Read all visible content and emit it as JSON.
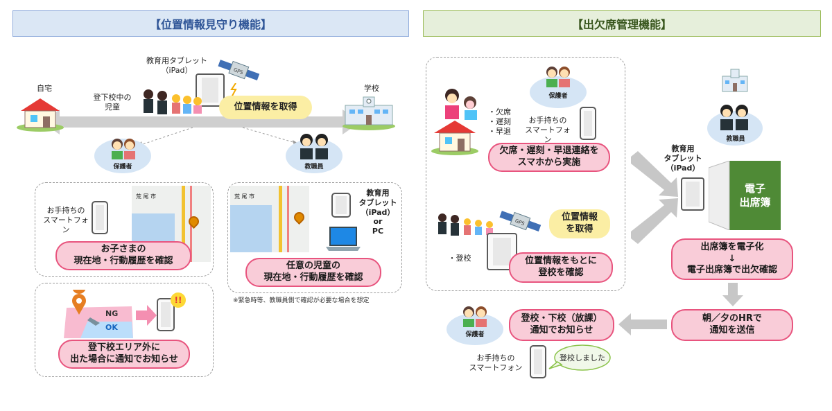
{
  "left_header": "【位置情報見守り機能】",
  "right_header": "【出欠席管理機能】",
  "left": {
    "home_label": "自宅",
    "school_label": "学校",
    "tablet_label": "教育用タブレット\n（iPad）",
    "children_label": "登下校中の\n児童",
    "acquire_location": "位置情報を取得",
    "guardian_label": "保護者",
    "staff_label": "教職員",
    "gps_text": "GPS",
    "phone_label": "お手持ちの\nスマートフォン",
    "map_city_text": "荒 尾 市",
    "child_location_pill": "お子さまの\n現在地・行動履歴を確認",
    "staff_device_label": "教育用\nタブレット\n（iPad）\nor\nPC",
    "any_child_pill": "任意の児童の\n現在地・行動履歴を確認",
    "note": "※緊急時等、教職員側で確認が必要な場合を想定",
    "ng_label": "NG",
    "ok_label": "OK",
    "alert_mark": "!!",
    "area_alert_pill": "登下校エリア外に\n出た場合に通知でお知らせ"
  },
  "right": {
    "guardian_label": "保護者",
    "absence_types": "・欠席\n・遅刻\n・早退",
    "phone_label": "お手持ちの\nスマートフォン",
    "contact_pill": "欠席・遅刻・早退連絡を\nスマホから実施",
    "staff_label": "教職員",
    "tablet_label": "教育用\nタブレット\n（iPad）",
    "ebook_label": "電子\n出席簿",
    "gps_text": "GPS",
    "acquire_location": "位置情報\nを取得",
    "attend_label": "・登校",
    "attend_confirm_pill": "位置情報をもとに\n登校を確認",
    "digitize_pill": "出席簿を電子化\n↓\n電子出席簿で出欠確認",
    "hr_pill": "朝／夕のHRで\n通知を送信",
    "notify_pill": "登校・下校（放課）\n通知でお知らせ",
    "guardian2_label": "保護者",
    "phone2_label": "お手持ちの\nスマートフォン",
    "speech": "登校しました"
  },
  "colors": {
    "pink_fill": "#f9ccd8",
    "pink_border": "#e8547e",
    "left_header_bg": "#dbe7f5",
    "right_header_bg": "#e6efdb",
    "ebook_green": "#4f8a36",
    "gps_yellow": "#fbeea4"
  }
}
